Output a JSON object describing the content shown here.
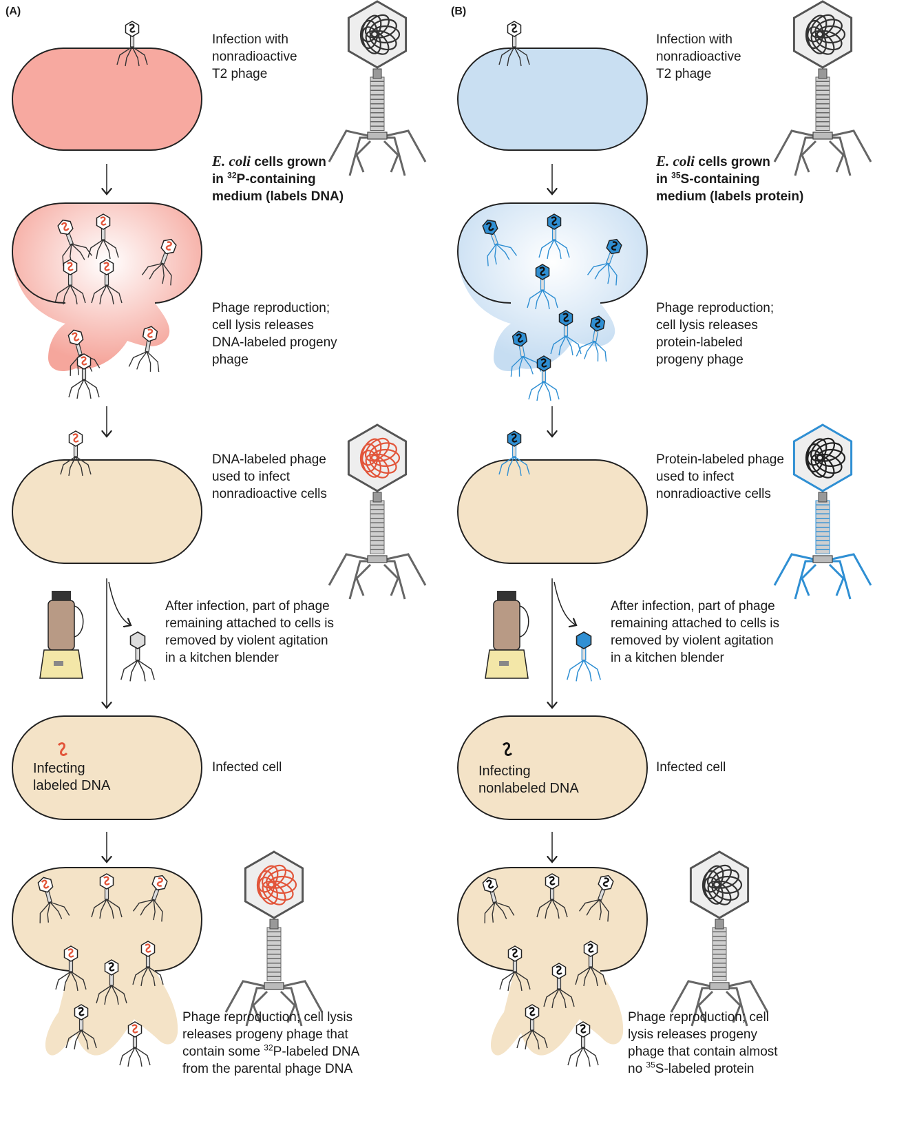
{
  "colors": {
    "pink_cell": "#f7a9a0",
    "blue_cell": "#c9dff2",
    "tan_cell": "#f4e3c7",
    "red_dna": "#e2553a",
    "blue_label": "#2f8fd3",
    "outline": "#222222",
    "phage_gray": "#8a8a8a"
  },
  "panel_a": {
    "tag": "(A)",
    "step1": [
      "Infection with",
      "nonradioactive",
      "T2 phage"
    ],
    "growth": {
      "species": "E. coli",
      "line1_rest": " cells grown",
      "line2_pre": "in ",
      "isotope_sup": "32",
      "line2_post": "P-containing",
      "line3": "medium (labels DNA)"
    },
    "step2": [
      "Phage reproduction;",
      "cell lysis releases",
      "DNA-labeled progeny",
      "phage"
    ],
    "step3": [
      "DNA-labeled phage",
      "used to infect",
      "nonradioactive cells"
    ],
    "step4": [
      "After infection, part of phage",
      "remaining attached to cells is",
      "removed by violent agitation",
      "in a kitchen blender"
    ],
    "cell_label": [
      "Infecting",
      "labeled DNA"
    ],
    "step5": "Infected cell",
    "step6": {
      "line1": "Phage reproduction; cell lysis",
      "line2": "releases progeny phage that",
      "line3_pre": "contain some ",
      "line3_sup": "32",
      "line3_post": "P-labeled DNA",
      "line4": "from the parental phage DNA"
    }
  },
  "panel_b": {
    "tag": "(B)",
    "step1": [
      "Infection with",
      "nonradioactive",
      "T2 phage"
    ],
    "growth": {
      "species": "E. coli",
      "line1_rest": " cells grown",
      "line2_pre": "in ",
      "isotope_sup": "35",
      "line2_post": "S-containing",
      "line3": "medium (labels protein)"
    },
    "step2": [
      "Phage reproduction;",
      "cell lysis releases",
      "protein-labeled",
      "progeny phage"
    ],
    "step3": [
      "Protein-labeled phage",
      "used to infect",
      "nonradioactive cells"
    ],
    "step4": [
      "After infection, part of phage",
      "remaining attached to cells is",
      "removed by violent agitation",
      "in a kitchen blender"
    ],
    "cell_label": [
      "Infecting",
      "nonlabeled DNA"
    ],
    "step5": "Infected cell",
    "step6": {
      "line1": "Phage reproduction; cell",
      "line2": "lysis releases progeny",
      "line3": "phage that contain almost",
      "line4_pre": "no ",
      "line4_sup": "35",
      "line4_post": "S-labeled protein"
    }
  }
}
